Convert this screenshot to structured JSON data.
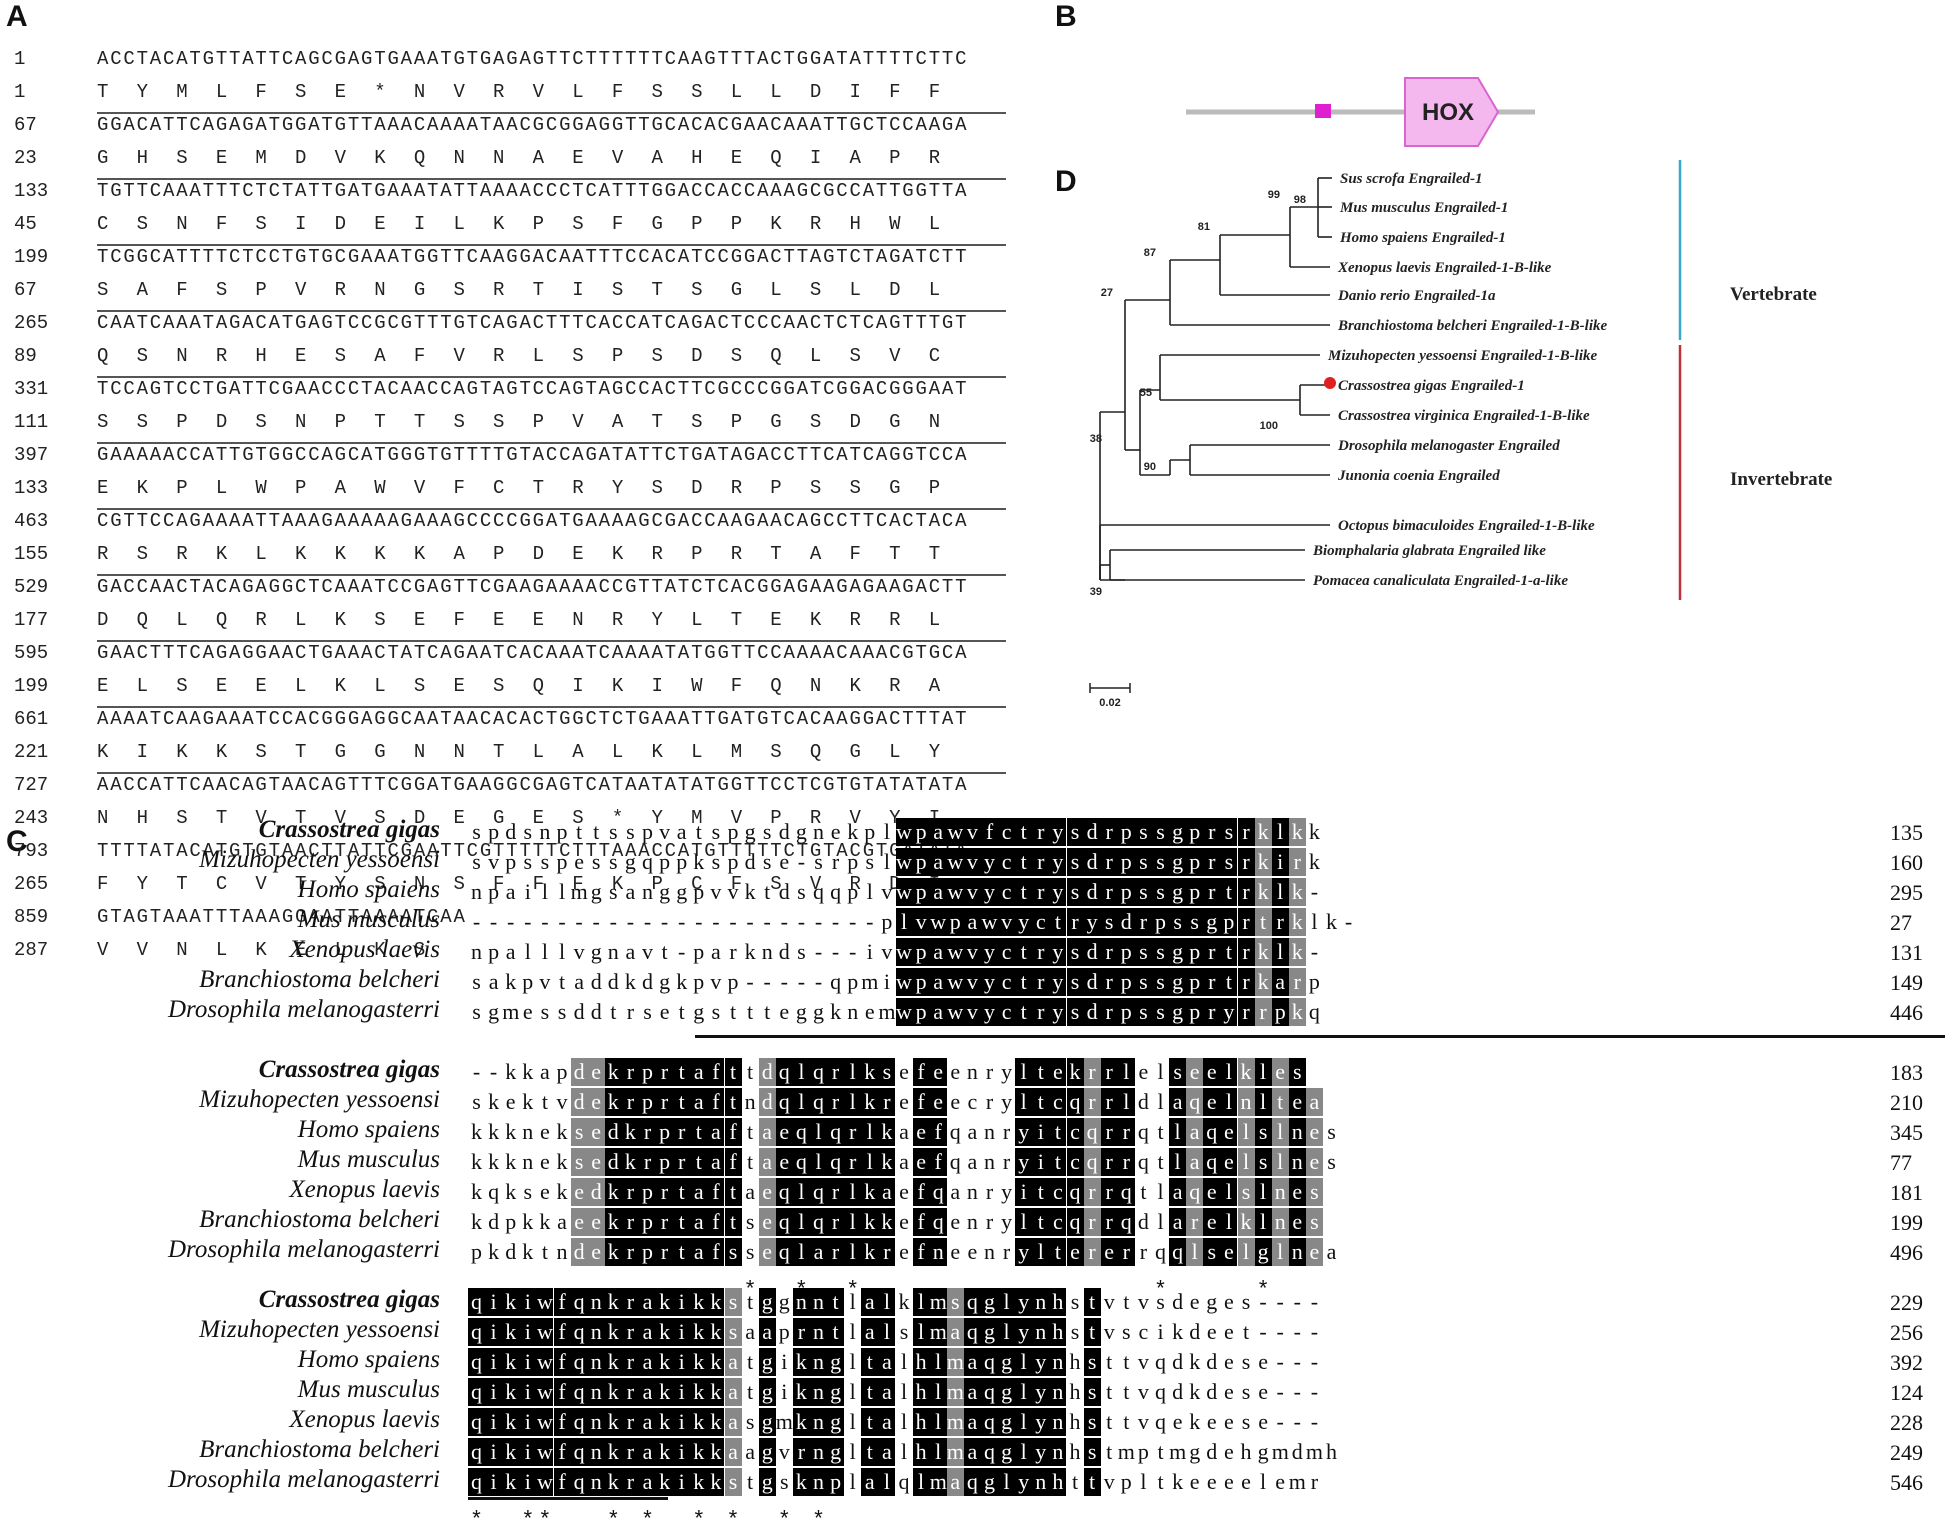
{
  "panels": {
    "a": "A",
    "b": "B",
    "c": "C",
    "d": "D"
  },
  "sequence": {
    "rows": [
      {
        "nt_num": "1",
        "nt": "ACCTACATGTTATTCAGCGAGTGAAATGTGAGAGTTCTTTTTTCAAGTTTACTGGATATTTTCTTC",
        "aa_num": "1",
        "aa": "T  Y  M  L  F  S  E  *  N  V  R  V  L  F  S  S  L  L  D  I  F  F"
      },
      {
        "nt_num": "67",
        "nt": "GGACATTCAGAGATGGATGTTAAACAAAATAACGCGGAGGTTGCACACGAACAAATTGCTCCAAGA",
        "aa_num": "23",
        "aa": "G  H  S  E  M  D  V  K  Q  N  N  A  E  V  A  H  E  Q  I  A  P  R"
      },
      {
        "nt_num": "133",
        "nt": "TGTTCAAATTTCTCTATTGATGAAATATTAAAACCCTCATTTGGACCACCAAAGCGCCATTGGTTA",
        "aa_num": "45",
        "aa": "C  S  N  F  S  I  D  E  I  L  K  P  S  F  G  P  P  K  R  H  W  L"
      },
      {
        "nt_num": "199",
        "nt": "TCGGCATTTTCTCCTGTGCGAAATGGTTCAAGGACAATTTCCACATCCGGACTTAGTCTAGATCTT",
        "aa_num": "67",
        "aa": "S  A  F  S  P  V  R  N  G  S  R  T  I  S  T  S  G  L  S  L  D  L"
      },
      {
        "nt_num": "265",
        "nt": "CAATCAAATAGACATGAGTCCGCGTTTGTCAGACTTTCACCATCAGACTCCCAACTCTCAGTTTGT",
        "aa_num": "89",
        "aa": "Q  S  N  R  H  E  S  A  F  V  R  L  S  P  S  D  S  Q  L  S  V  C"
      },
      {
        "nt_num": "331",
        "nt": "TCCAGTCCTGATTCGAACCCTACAACCAGTAGTCCAGTAGCCACTTCGCCCGGATCGGACGGGAAT",
        "aa_num": "111",
        "aa": "S  S  P  D  S  N  P  T  T  S  S  P  V  A  T  S  P  G  S  D  G  N"
      },
      {
        "nt_num": "397",
        "nt": "GAAAAACCATTGTGGCCAGCATGGGTGTTTTGTACCAGATATTCTGATAGACCTTCATCAGGTCCA",
        "aa_num": "133",
        "aa": "E  K  P  L  W  P  A  W  V  F  C  T  R  Y  S  D  R  P  S  S  G  P"
      },
      {
        "nt_num": "463",
        "nt": "CGTTCCAGAAAATTAAAGAAAAAGAAAGCCCCGGATGAAAAGCGACCAAGAACAGCCTTCACTACA",
        "aa_num": "155",
        "aa": "R  S  R  K  L  K  K  K  K  A  P  D  E  K  R  P  R  T  A  F  T  T"
      },
      {
        "nt_num": "529",
        "nt": "GACCAACTACAGAGGCTCAAATCCGAGTTCGAAGAAAACCGTTATCTCACGGAGAAGAGAAGACTT",
        "aa_num": "177",
        "aa": "D  Q  L  Q  R  L  K  S  E  F  E  E  N  R  Y  L  T  E  K  R  R  L"
      },
      {
        "nt_num": "595",
        "nt": "GAACTTTCAGAGGAACTGAAACTATCAGAATCACAAATCAAAATATGGTTCCAAAACAAACGTGCA",
        "aa_num": "199",
        "aa": "E  L  S  E  E  L  K  L  S  E  S  Q  I  K  I  W  F  Q  N  K  R  A"
      },
      {
        "nt_num": "661",
        "nt": "AAAATCAAGAAATCCACGGGAGGCAATAACACACTGGCTCTGAAATTGATGTCACAAGGACTTTAT",
        "aa_num": "221",
        "aa": "K  I  K  K  S  T  G  G  N  N  T  L  A  L  K  L  M  S  Q  G  L  Y"
      },
      {
        "nt_num": "727",
        "nt": "AACCATTCAACAGTAACAGTTTCGGATGAAGGCGAGTCATAATATATGGTTCCTCGTGTATATATA",
        "aa_num": "243",
        "aa": "N  H  S  T  V  T  V  S  D  E  G  E  S  *  Y  M  V  P  R  V  Y  I"
      },
      {
        "nt_num": "793",
        "nt": "TTTTATACATGTGTAACTTATTCGAATTCGTTTTTCTTTAAACCATGTTTTTCTGTACGTGATATA",
        "aa_num": "265",
        "aa": "F  Y  T  C  V  T  Y  S  N  S  F  F  F  K  P  C  F  S  V  R  D  I"
      },
      {
        "nt_num": "859",
        "nt": "GTAGTAAATTTAAAGGAATTAAAATCAA",
        "aa_num": "287",
        "aa": "V  V  N  L  K  E  L  K  S"
      }
    ]
  },
  "domain": {
    "hox_label": "HOX",
    "colors": {
      "line": "#bbbbbb",
      "motif": "#e020d0",
      "hox_fill": "#f5b8ee",
      "hox_stroke": "#d964d0"
    }
  },
  "tree": {
    "taxa": [
      "Sus scrofa Engrailed-1",
      "Mus musculus Engrailed-1",
      "Homo spaiens Engrailed-1",
      "Xenopus laevis Engrailed-1-B-like",
      "Danio rerio Engrailed-1a",
      "Branchiostoma belcheri Engrailed-1-B-like",
      "Mizuhopecten yessoensi Engrailed-1-B-like",
      "Crassostrea gigas Engrailed-1",
      "Crassostrea virginica Engrailed-1-B-like",
      "Drosophila melanogaster Engrailed",
      "Junonia coenia Engrailed",
      "Octopus bimaculoides Engrailed-1-B-like",
      "Biomphalaria glabrata Engrailed like",
      "Pomacea canaliculata Engrailed-1-a-like"
    ],
    "bootstrap": {
      "n98": "98",
      "n99": "99",
      "n81": "81",
      "n87": "87",
      "n27": "27",
      "n38": "38",
      "n55": "55",
      "n100": "100",
      "n90": "90",
      "n39": "39"
    },
    "groups": {
      "vertebrate": "Vertebrate",
      "invertebrate": "Invertebrate"
    },
    "scale": "0.02",
    "colors": {
      "vertebrate": "#3aa8c8",
      "invertebrate": "#c0303a",
      "marker": "#e02020"
    }
  },
  "alignment": {
    "species": [
      "Crassostrea gigas",
      "Mizuhopecten yessoensi",
      "Homo spaiens",
      "Mus musculus",
      "Xenopus laevis",
      "Branchiostoma belcheri",
      "Drosophila melanogasterri"
    ],
    "blocks": [
      {
        "seqs": [
          "spdsnpttsspvatspgsdgnekplwpawvfctrysdrpssgprsrklkk",
          "svpsspessgqppkspdse-srpslwpawvyctrysdrpssgprsrkirk",
          "npaillmgsanggpvvktdsqqplvwpawvyctrysdrpssgprtrklk-",
          "------------------------plvwpawvyctrysdrpssgprtrklk-",
          "npalllvgnavt-parknds---ivwpawvyctrysdrpssgprtrklk-",
          "sakpvtaddkdgkpvp-----qpmiwpawvyctrysdrpssgprtrkarp",
          "sgmessddtrsetgsttteggknemwpawvyctrysdrpssgpryrrpkq"
        ],
        "nums": [
          "135",
          "160",
          "295",
          "27",
          "131",
          "149",
          "446"
        ],
        "cons": ""
      },
      {
        "seqs": [
          "--kkapdekrprtafttdqlqrlksefeenryltekrrlelseelkles",
          "skektvdekrprtaftndqlqrlkrefeecryltcqrrldlaqelnltea",
          "kkkneksedkrprtaftaeqlqrlkaefqanryitcqrrqtlaqelslnes",
          "kkkneksedkrprtaftaeqlqrlkaefqanryitcqrrqtlaqelslnes",
          "kqksekedkrprtaftaeqlqrlkaefqanryitcqrrqtlaqelslnes",
          "kdpkkaeekrprtaftseqlqrlkkefqenryltcqrrqdlarelklnes",
          "pkdktndekrprtafsseqlarlkrefneenryltererrqqlselglnea"
        ],
        "nums": [
          "183",
          "210",
          "345",
          "77",
          "181",
          "199",
          "496"
        ],
        "cons": "      *  *  *                 *     *            "
      },
      {
        "seqs": [
          "qikiwfqnkrakikkstggnntlalklmsqglynhstvtvsdeges----",
          "qikiwfqnkrakikksaaprntlalslmaqglynhstvscikdeet----",
          "qikiwfqnkrakikkatgikngltalhlmaqglynhsttvqdkdese---",
          "qikiwfqnkrakikkatgikngltalhlmaqglynhsttvqdkdese---",
          "qikiwfqnkrakikkasgmkngltalhlmaqglynhsttvqekeese---",
          "qikiwfqnkrakikkaagvrngltalhlmaqglynhstmptmgdehgmdmh",
          "qikiwfqnkrakikkstgsknplalqlmaqglynhttvpltkeeeelemr"
        ],
        "nums": [
          "229",
          "256",
          "392",
          "124",
          "228",
          "249",
          "546"
        ],
        "cons": "*  **   * *  * *  * *"
      }
    ]
  }
}
